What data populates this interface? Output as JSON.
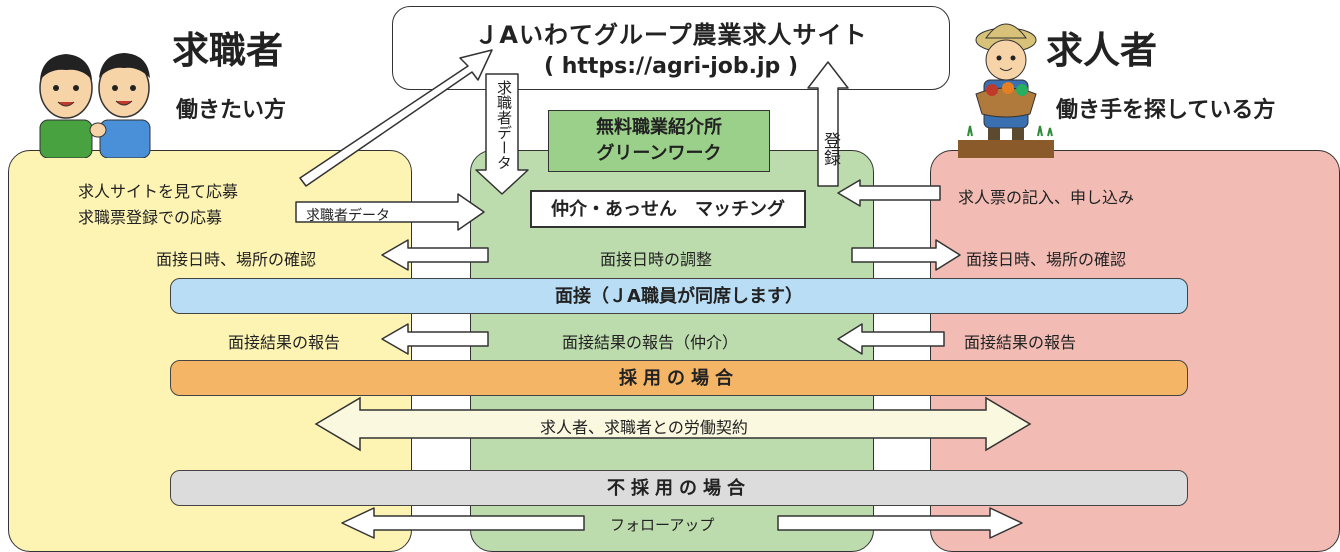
{
  "site": {
    "title": "ＪAいわてグループ農業求人サイト",
    "url": "( https://agri-job.jp )"
  },
  "seeker": {
    "title": "求職者",
    "subtitle": "働きたい方",
    "apply_1": "求人サイトを見て応募",
    "apply_2": "求職票登録での応募",
    "interview_confirm": "面接日時、場所の確認",
    "result_report": "面接結果の報告"
  },
  "employer": {
    "title": "求人者",
    "subtitle": "働き手を探している方",
    "apply": "求人票の記入、申し込み",
    "interview_confirm": "面接日時、場所の確認",
    "result_report": "面接結果の報告"
  },
  "center": {
    "office_line1": "無料職業紹介所",
    "office_line2": "グリーンワーク",
    "matching": "仲介・あっせん　マッチング",
    "schedule": "面接日時の調整",
    "result_report": "面接結果の報告（仲介）"
  },
  "arrows": {
    "seeker_data_vertical": "求職者データ",
    "seeker_data_horizontal": "求職者データ",
    "register": "登録"
  },
  "bars": {
    "interview": "面接（ＪA職員が同席します）",
    "hire": "採用の場合",
    "reject": "不採用の場合"
  },
  "contract": "求人者、求職者との労働契約",
  "follow_up": "フォローアップ"
}
